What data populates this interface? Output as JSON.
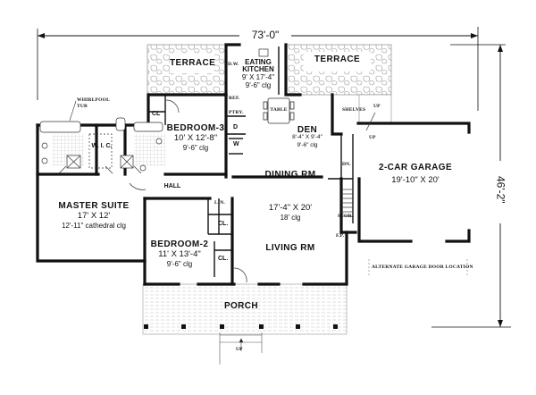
{
  "plan": {
    "overall_width": "73'-0\"",
    "overall_depth": "46'-2\"",
    "background": "#ffffff",
    "line_color": "#111111",
    "hatch_color": "#b8b8b8"
  },
  "rooms": {
    "terrace_left": {
      "name": "TERRACE"
    },
    "terrace_right": {
      "name": "TERRACE"
    },
    "eating_kitchen": {
      "name_line1": "EATING",
      "name_line2": "KITCHEN",
      "size": "9' X 17'-4\"",
      "ceiling": "9'-6\" clg"
    },
    "bedroom3": {
      "name": "BEDROOM-3",
      "size": "10' X 12'-8\"",
      "ceiling": "9'-6\" clg"
    },
    "den": {
      "name": "DEN",
      "size": "8'-4\" X 9'-4\"",
      "ceiling": "9'-6\" clg"
    },
    "master_suite": {
      "name": "MASTER SUITE",
      "size": "17' X 12'",
      "ceiling": "12'-11\" cathedral clg"
    },
    "dining_living": {
      "dining": "DINING RM",
      "size": "17'-4\" X 20'",
      "ceiling": "18' clg",
      "living": "LIVING RM"
    },
    "bedroom2": {
      "name": "BEDROOM-2",
      "size": "11' X 13'-4\"",
      "ceiling": "9'-6\" clg"
    },
    "garage": {
      "name": "2-CAR GARAGE",
      "size": "19'-10\" X 20'"
    },
    "porch": {
      "name": "PORCH"
    },
    "hall": {
      "name": "HALL"
    }
  },
  "fixtures": {
    "whirlpool_line1": "WHIRLPOOL",
    "whirlpool_line2": "TUB",
    "wic": "W. I. C.",
    "cl_bedroom3": "CL",
    "dw": "D.W.",
    "ref": "REF.",
    "pantry": "PTRY.",
    "dryer": "D",
    "washer": "W",
    "table": "TABLE",
    "shelves": "SHELVES",
    "up_terrace": "UP",
    "up_garage": "UP",
    "down_stair": "DN.",
    "linen": "LIN.",
    "cl_upper": "CL.",
    "cl_lower": "CL.",
    "storage": "STOR.",
    "fireplace": "F.P.",
    "up_porch": "UP",
    "alt_garage_door": "ALTERNATE GARAGE DOOR LOCATION"
  }
}
